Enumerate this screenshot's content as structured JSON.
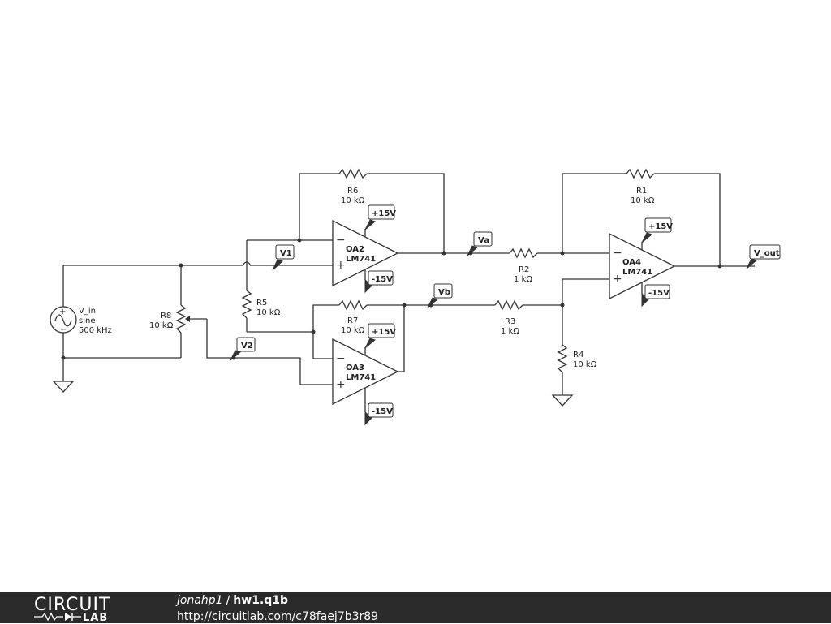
{
  "schematic": {
    "source": {
      "name": "V_in",
      "type": "sine",
      "freq": "500 kHz"
    },
    "components": {
      "R1": {
        "name": "R1",
        "value": "10 kΩ"
      },
      "R2": {
        "name": "R2",
        "value": "1 kΩ"
      },
      "R3": {
        "name": "R3",
        "value": "1 kΩ"
      },
      "R4": {
        "name": "R4",
        "value": "10 kΩ"
      },
      "R5": {
        "name": "R5",
        "value": "10 kΩ"
      },
      "R6": {
        "name": "R6",
        "value": "10 kΩ"
      },
      "R7": {
        "name": "R7",
        "value": "10 kΩ"
      },
      "R8": {
        "name": "R8",
        "value": "10 kΩ"
      }
    },
    "opamps": {
      "OA2": {
        "name": "OA2",
        "model": "LM741"
      },
      "OA3": {
        "name": "OA3",
        "model": "LM741"
      },
      "OA4": {
        "name": "OA4",
        "model": "LM741"
      }
    },
    "nodes": {
      "v1": "V1",
      "v2": "V2",
      "va": "Va",
      "vb": "Vb",
      "vout": "V_out"
    },
    "supply": {
      "pos": "+15V",
      "neg": "-15V"
    },
    "pin_labels": {
      "inverting": "−",
      "noninverting": "+"
    }
  },
  "footer": {
    "logo_top": "CIRCUIT",
    "logo_bottom": "LAB",
    "owner": "jonahp1",
    "separator": "/",
    "circuit_name": "hw1.q1b",
    "url": "http://circuitlab.com/c78faej7b3r89"
  }
}
